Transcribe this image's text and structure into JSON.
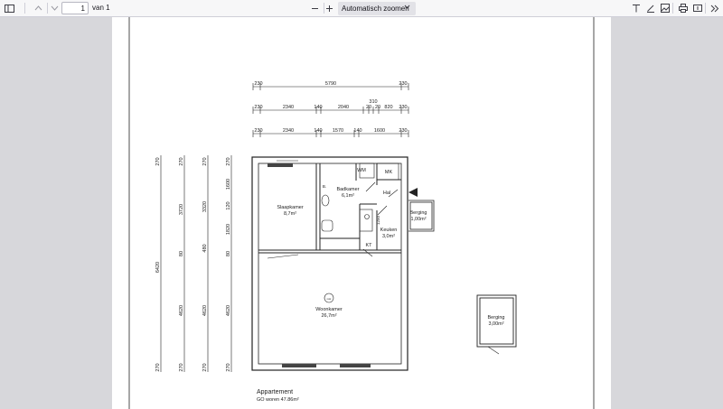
{
  "toolbar": {
    "page_number": "1",
    "page_of": "van 1",
    "zoom": "Automatisch zoomen"
  },
  "icons": {
    "sidebar": "sidebar-toggle-icon",
    "prev": "chevron-up-icon",
    "next": "chevron-down-icon",
    "zoom_out": "minus-icon",
    "zoom_in": "plus-icon",
    "text": "text-tool-icon",
    "draw": "pen-icon",
    "image": "image-icon",
    "print": "print-icon",
    "save": "save-icon",
    "more": "double-chevron-right-icon"
  },
  "plan": {
    "dims_row1": [
      "230",
      "5790",
      "230"
    ],
    "dims_row2": [
      "230",
      "2340",
      "140",
      "2040",
      "310",
      "20",
      "20",
      "820",
      "230"
    ],
    "dims_row3": [
      "230",
      "2340",
      "140",
      "1570",
      "140",
      "1600",
      "230"
    ],
    "vdims_col1": [
      "270",
      "6420",
      "270"
    ],
    "vdims_col2": [
      "270",
      "3720",
      "80",
      "4620",
      "270"
    ],
    "vdims_col3": [
      "270",
      "3320",
      "480",
      "4620",
      "270"
    ],
    "vdims_col4": [
      "270",
      "1600",
      "120",
      "1820",
      "80",
      "4620",
      "270"
    ],
    "rooms": {
      "slaapkamer": "Slaapkamer",
      "slaapkamer_area": "8,7m²",
      "badkamer": "Badkamer",
      "badkamer_area": "6,1m²",
      "wm": "WM",
      "mk": "MK",
      "hal": "Hal",
      "keuken": "Keuken",
      "keuken_area": "3,0m²",
      "kt": "KT",
      "woonkamer": "Woonkamer",
      "woonkamer_area": "26,7m²",
      "berging1": "Berging",
      "berging1_area": "1,00m²",
      "berging2": "Berging",
      "berging2_area": "3,00m²",
      "badkamer_small": "B.",
      "smoke": "rook",
      "keuken_dim": "1250"
    },
    "title": "Appartement",
    "subtitle": "GO woren 47.86m²"
  }
}
